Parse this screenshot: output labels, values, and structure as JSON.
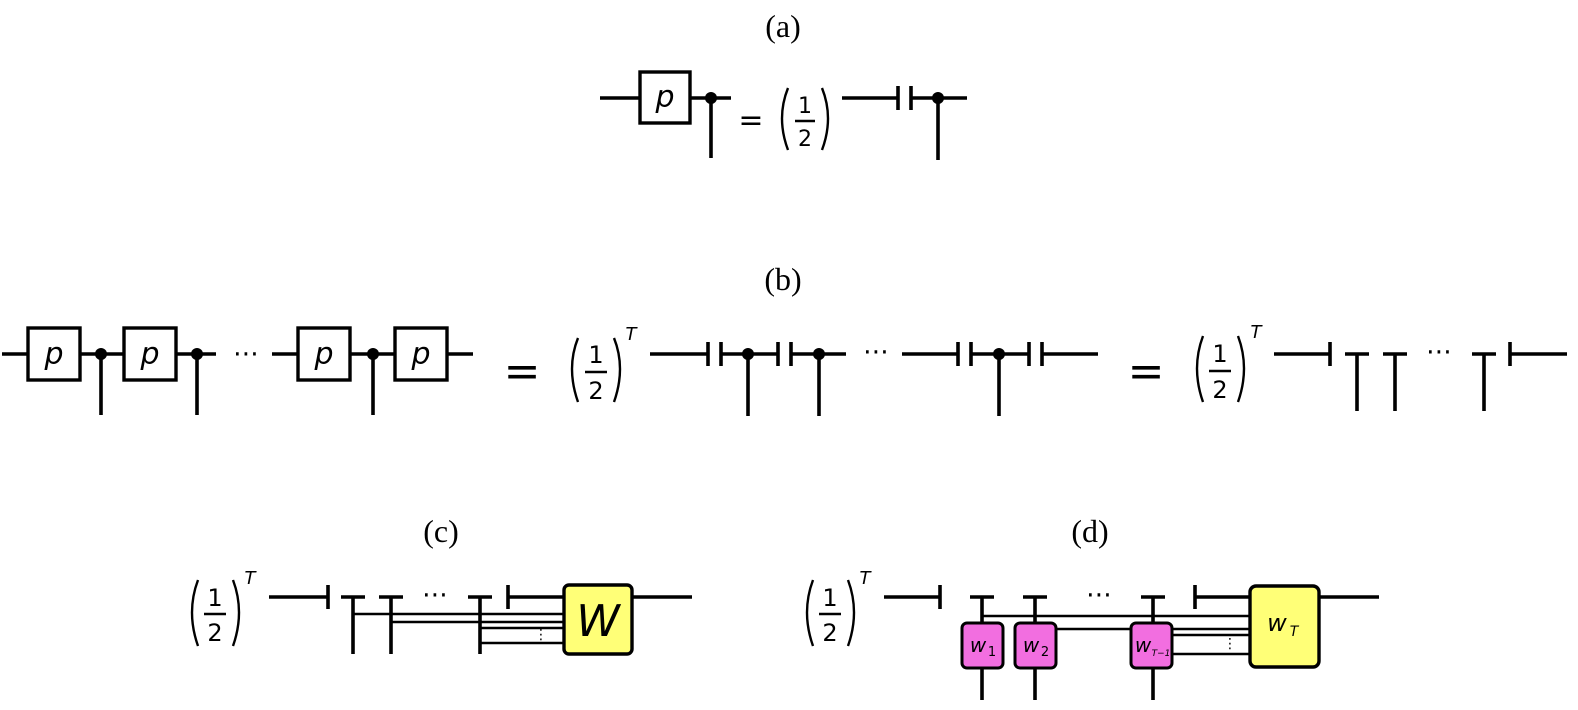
{
  "panels": {
    "a": {
      "label": "(a)"
    },
    "b": {
      "label": "(b)"
    },
    "c": {
      "label": "(c)"
    },
    "d": {
      "label": "(d)"
    }
  },
  "symbols": {
    "p": "p",
    "equals": "=",
    "frac_num": "1",
    "frac_den": "2",
    "exp_T": "T",
    "dots": "⋯",
    "vdots": "⋮",
    "W": "W",
    "w1": "w",
    "w1_sub": "1",
    "w2": "w",
    "w2_sub": "2",
    "wTm1": "w",
    "wTm1_sub": "T−1",
    "wT": "w",
    "wT_sub": "T"
  },
  "colors": {
    "yellow_box": "#ffff77",
    "pink_box": "#f26ee0"
  }
}
